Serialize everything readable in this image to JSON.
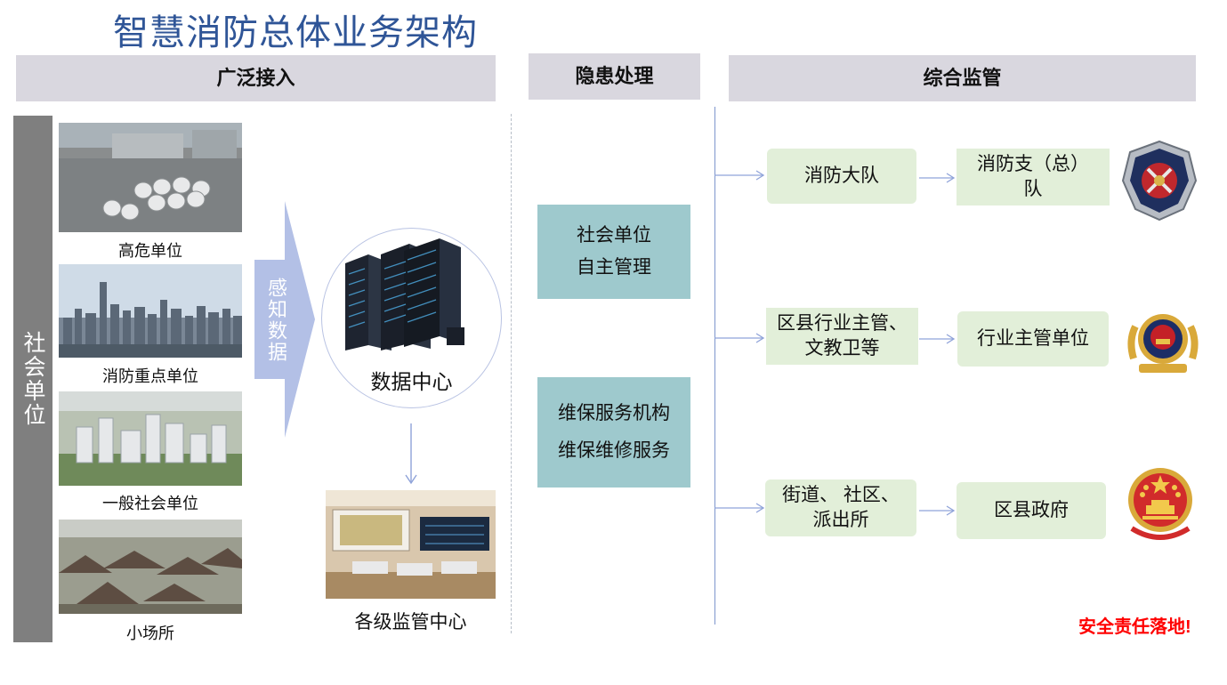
{
  "title": "智慧消防总体业务架构",
  "headers": {
    "access": "广泛接入",
    "hazard": "隐患处理",
    "supervision": "综合监管"
  },
  "sidebar_label": "社会单位",
  "units": [
    {
      "label": "高危单位"
    },
    {
      "label": "消防重点单位"
    },
    {
      "label": "一般社会单位"
    },
    {
      "label": "小场所"
    }
  ],
  "sense_label": "感知数据",
  "data_center": "数据中心",
  "monitor_center": "各级监管中心",
  "hazard_boxes": [
    {
      "line1": "社会单位",
      "line2": "自主管理"
    },
    {
      "line1": "维保服务机构",
      "line2": "维保维修服务"
    }
  ],
  "supervision_rows": [
    {
      "left": "消防大队",
      "right": "消防支（总）队",
      "emblem": "fire-emblem-icon"
    },
    {
      "left": "区县行业主管、文教卫等",
      "right": "行业主管单位",
      "emblem": "police-emblem-icon"
    },
    {
      "left": "街道、 社区、派出所",
      "right": "区县政府",
      "emblem": "national-emblem-icon"
    }
  ],
  "slogan": "安全责任落地!",
  "colors": {
    "title": "#2f5597",
    "band": "#d9d7df",
    "sidebar": "#7f7f7f",
    "green_box": "#e2efd9",
    "teal_box": "#9ec9cd",
    "arrow": "#8fa3d9",
    "slogan": "#ff0000"
  }
}
